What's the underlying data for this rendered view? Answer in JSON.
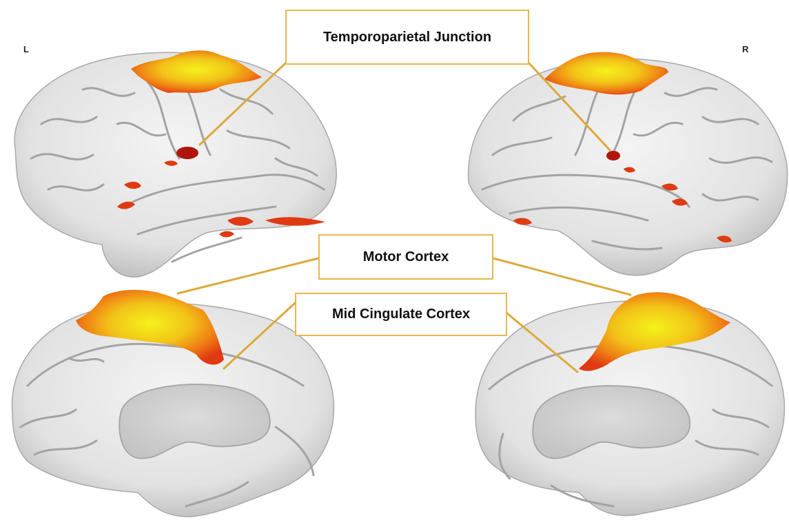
{
  "figure": {
    "hemisphere_labels": {
      "left": "L",
      "right": "R"
    },
    "callouts": {
      "tpj": "Temporoparietal Junction",
      "motor": "Motor Cortex",
      "mcc": "Mid Cingulate Cortex"
    },
    "colors": {
      "cortex_surface": "#e8e8e8",
      "sulcus_shadow": "#9a9a9a",
      "activation_low": "#e23a12",
      "activation_mid": "#f08a12",
      "activation_high": "#f2ee1a",
      "callout_border": "#e6b84c",
      "callout_line": "#dca93a",
      "corpus_callosum": "#d4d4d4"
    },
    "views": [
      "lateral-left-hemisphere",
      "lateral-right-hemisphere",
      "medial-left-hemisphere",
      "medial-right-hemisphere"
    ]
  }
}
